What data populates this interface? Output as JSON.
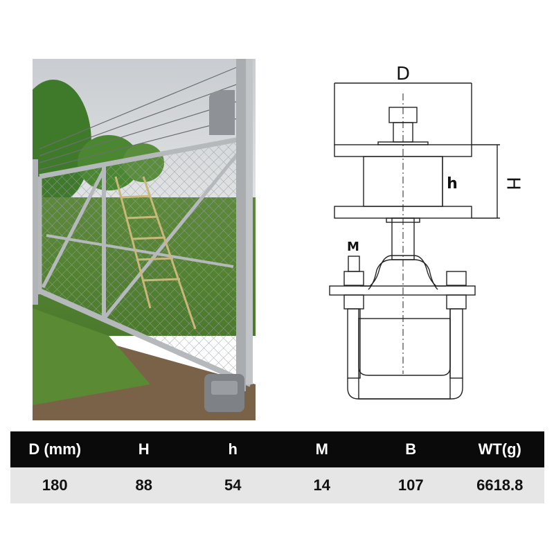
{
  "photo": {
    "subject": "galvanized chain-link swing gate with barbed wire top and roller wheel"
  },
  "diagram": {
    "labels": {
      "d": "D",
      "h_outer": "H",
      "h_inner": "h",
      "m": "M"
    }
  },
  "specs": {
    "headers": [
      "D (mm)",
      "H",
      "h",
      "M",
      "B",
      "WT(g)"
    ],
    "values": [
      "180",
      "88",
      "54",
      "14",
      "107",
      "6618.8"
    ]
  }
}
